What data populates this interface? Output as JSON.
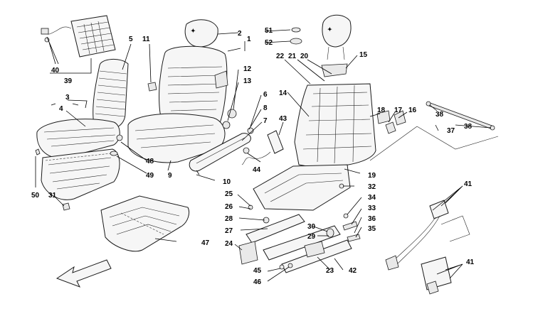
{
  "colors": {
    "line": "#000000",
    "part_fill": "#f6f6f6",
    "shade": "#e9e9e9",
    "background": "#ffffff"
  },
  "icons": {
    "direction_arrow": "arrow-icon"
  },
  "labels": {
    "l1": "1",
    "l2": "2",
    "l3": "3",
    "l4": "4",
    "l5": "5",
    "l6": "6",
    "l7": "7",
    "l8": "8",
    "l9": "9",
    "l10": "10",
    "l11": "11",
    "l12": "12",
    "l13": "13",
    "l14": "14",
    "l15": "15",
    "l16": "16",
    "l17": "17",
    "l18": "18",
    "l19": "19",
    "l20": "20",
    "l21": "21",
    "l22": "22",
    "l23": "23",
    "l24": "24",
    "l25": "25",
    "l26": "26",
    "l27": "27",
    "l28": "28",
    "l29": "29",
    "l30": "30",
    "l31": "31",
    "l32": "32",
    "l33": "33",
    "l34": "34",
    "l35": "35",
    "l36": "36",
    "l37": "37",
    "l38a": "38",
    "l38b": "38",
    "l39": "39",
    "l40": "40",
    "l41a": "41",
    "l41b": "41",
    "l42": "42",
    "l43": "43",
    "l44": "44",
    "l45": "45",
    "l46": "46",
    "l47": "47",
    "l48": "48",
    "l49": "49",
    "l50": "50",
    "l51": "51",
    "l52": "52"
  }
}
